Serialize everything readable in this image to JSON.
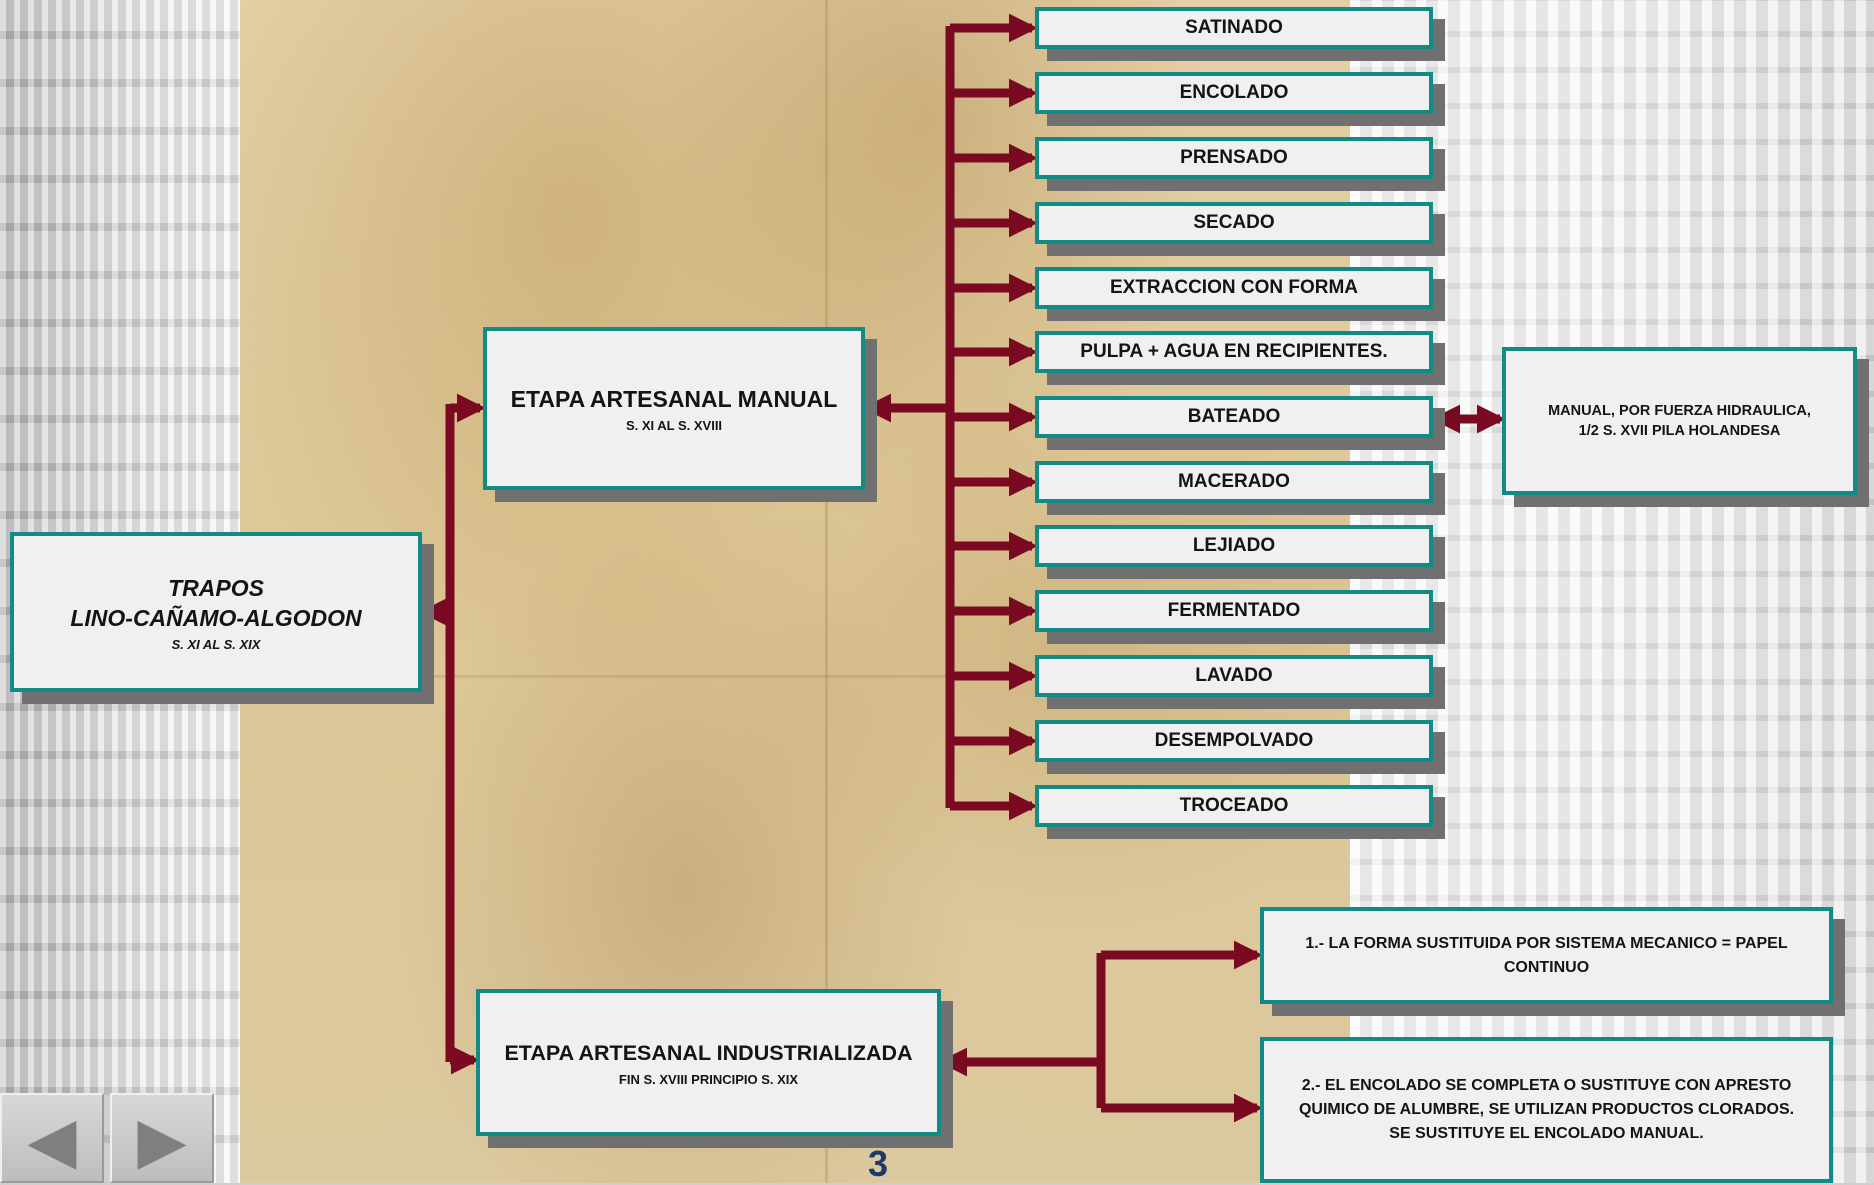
{
  "root": {
    "title_line1": "TRAPOS",
    "title_line2": "LINO-CAÑAMO-ALGODON",
    "subtitle": "S. XI AL S. XIX"
  },
  "manual_stage": {
    "title": "ETAPA ARTESANAL MANUAL",
    "subtitle": "S. XI AL S. XVIII"
  },
  "steps": [
    "SATINADO",
    "ENCOLADO",
    "PRENSADO",
    "SECADO",
    "EXTRACCION CON FORMA",
    "PULPA  + AGUA EN RECIPIENTES.",
    "BATEADO",
    "MACERADO",
    "LEJIADO",
    "FERMENTADO",
    "LAVADO",
    "DESEMPOLVADO",
    "TROCEADO"
  ],
  "bateado_note": {
    "line1": "MANUAL, POR FUERZA HIDRAULICA,",
    "line2": "1/2 S. XVII PILA HOLANDESA"
  },
  "industrial_stage": {
    "title": "ETAPA ARTESANAL INDUSTRIALIZADA",
    "subtitle": "FIN S. XVIII PRINCIPIO S. XIX"
  },
  "industrial_notes": [
    {
      "line1": "1.- LA FORMA SUSTITUIDA POR SISTEMA MECANICO = PAPEL",
      "line2": "CONTINUO"
    },
    {
      "line1": "2.- EL ENCOLADO SE COMPLETA O SUSTITUYE CON APRESTO",
      "line2": "QUIMICO DE ALUMBRE, SE UTILIZAN PRODUCTOS CLORADOS.",
      "line3": "SE SUSTITUYE EL ENCOLADO MANUAL."
    }
  ],
  "page_number": "3",
  "nav": {
    "prev_icon": "triangle-left-icon",
    "next_icon": "triangle-right-icon"
  },
  "colors": {
    "connector": "#7a0a22",
    "box_border": "#128a86",
    "box_fill": "#f0f0f0",
    "box_shadow": "#707070",
    "page_number": "#1d3a6b"
  }
}
